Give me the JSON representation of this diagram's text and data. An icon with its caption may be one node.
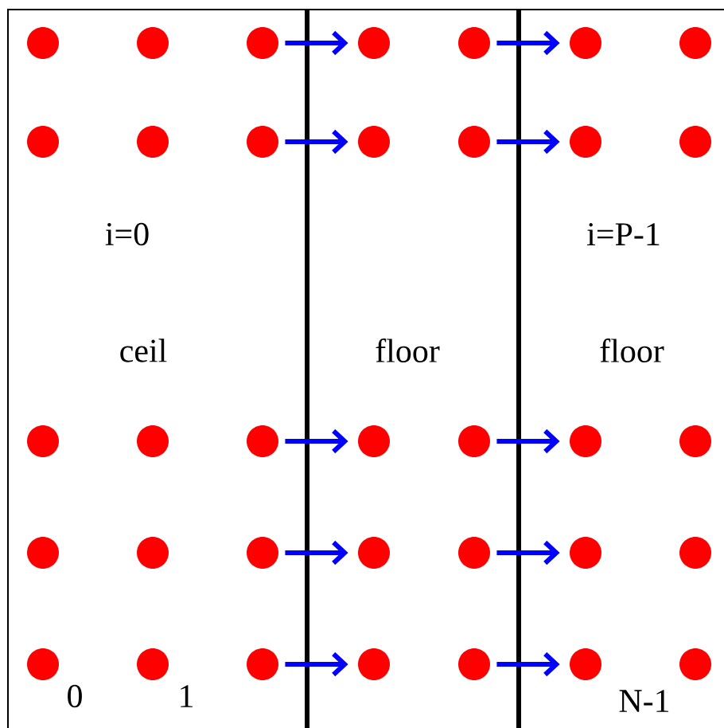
{
  "diagram": {
    "nodes": [
      {
        "text": [],
        "shape": "circle"
      },
      {
        "text": [],
        "shape": "circle"
      },
      {
        "text": [],
        "shape": "circle"
      },
      {
        "text": [],
        "shape": "circle"
      },
      {
        "text": [],
        "shape": "circle"
      },
      {
        "text": [],
        "shape": "circle"
      },
      {
        "text": [],
        "shape": "circle"
      },
      {
        "text": [],
        "shape": "circle"
      },
      {
        "text": [],
        "shape": "circle"
      },
      {
        "text": [],
        "shape": "circle"
      },
      {
        "text": [],
        "shape": "circle"
      },
      {
        "text": [],
        "shape": "circle"
      },
      {
        "text": [],
        "shape": "circle"
      },
      {
        "text": [],
        "shape": "circle"
      },
      {
        "text": [],
        "shape": "circle"
      },
      {
        "text": [],
        "shape": "circle"
      },
      {
        "text": [],
        "shape": "circle"
      },
      {
        "text": [],
        "shape": "circle"
      },
      {
        "text": [],
        "shape": "circle"
      },
      {
        "text": [],
        "shape": "circle"
      },
      {
        "text": [],
        "shape": "circle"
      },
      {
        "text": [],
        "shape": "circle"
      },
      {
        "text": [],
        "shape": "circle"
      },
      {
        "text": [],
        "shape": "circle"
      },
      {
        "text": [],
        "shape": "circle"
      },
      {
        "text": [],
        "shape": "circle"
      },
      {
        "text": [],
        "shape": "circle"
      },
      {
        "text": [],
        "shape": "circle"
      },
      {
        "text": [],
        "shape": "circle"
      },
      {
        "text": [],
        "shape": "circle"
      },
      {
        "text": [],
        "shape": "circle"
      },
      {
        "text": [],
        "shape": "circle"
      },
      {
        "text": [],
        "shape": "circle"
      },
      {
        "text": [],
        "shape": "circle"
      },
      {
        "text": [],
        "shape": "circle"
      }
    ],
    "edges": [
      {
        "from": 2,
        "to": 3,
        "arrow": "to"
      },
      {
        "from": 4,
        "to": 5,
        "arrow": "to"
      },
      {
        "from": 9,
        "to": 10,
        "arrow": "to"
      },
      {
        "from": 11,
        "to": 12,
        "arrow": "to"
      },
      {
        "from": 16,
        "to": 17,
        "arrow": "to"
      },
      {
        "from": 18,
        "to": 19,
        "arrow": "to"
      },
      {
        "from": 23,
        "to": 24,
        "arrow": "to"
      },
      {
        "from": 25,
        "to": 26,
        "arrow": "to"
      },
      {
        "from": 30,
        "to": 31,
        "arrow": "to"
      },
      {
        "from": 32,
        "to": 33,
        "arrow": "to"
      }
    ],
    "labels": [
      "i=0",
      "i=P-1",
      "ceil",
      "floor",
      "floor",
      "0",
      "1",
      "N-1"
    ]
  }
}
